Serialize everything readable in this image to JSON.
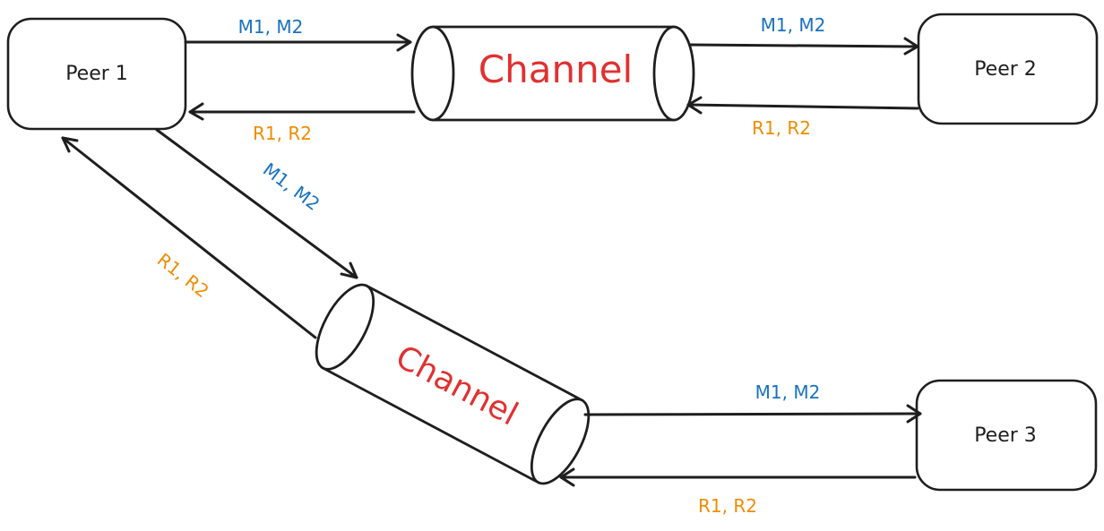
{
  "colors": {
    "stroke": "#1e1e1e",
    "message_label": "#1971c2",
    "response_label": "#f08c00",
    "channel_label": "#e03131"
  },
  "nodes": {
    "peer1": "Peer 1",
    "peer2": "Peer 2",
    "peer3": "Peer 3"
  },
  "channels": {
    "top": "Channel",
    "bottom": "Channel"
  },
  "edges": {
    "peer1_to_channel_top": "M1, M2",
    "channel_top_to_peer1": "R1, R2",
    "channel_top_to_peer2": "M1, M2",
    "peer2_to_channel_top": "R1, R2",
    "peer1_to_channel_bottom": "M1, M2",
    "channel_bottom_to_peer1": "R1, R2",
    "channel_bottom_to_peer3": "M1, M2",
    "peer3_to_channel_bottom": "R1, R2"
  }
}
